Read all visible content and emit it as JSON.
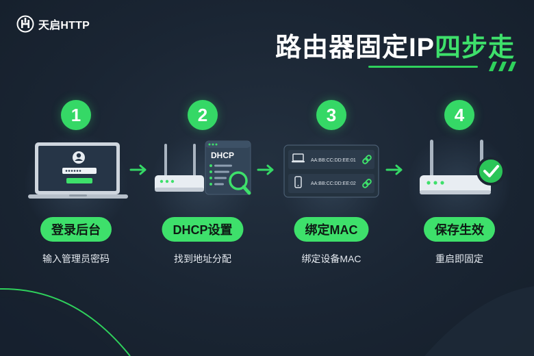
{
  "brand": {
    "name": "天启HTTP"
  },
  "title": {
    "main": "路由器固定IP",
    "highlight": "四步走"
  },
  "colors": {
    "accent": "#3ee06b",
    "background": "#1a2533"
  },
  "steps": [
    {
      "number": "1",
      "label": "登录后台",
      "subtitle": "输入管理员密码",
      "icon": "laptop-login-icon"
    },
    {
      "number": "2",
      "label": "DHCP设置",
      "subtitle": "找到地址分配",
      "icon": "router-dhcp-icon",
      "panel_title": "DHCP"
    },
    {
      "number": "3",
      "label": "绑定MAC",
      "subtitle": "绑定设备MAC",
      "icon": "device-mac-binding-icon",
      "entries": [
        {
          "device": "laptop",
          "mac": "AA:BB:CC:DD:EE:01"
        },
        {
          "device": "phone",
          "mac": "AA:BB:CC:DD:EE:02"
        }
      ]
    },
    {
      "number": "4",
      "label": "保存生效",
      "subtitle": "重启即固定",
      "icon": "router-check-icon"
    }
  ]
}
